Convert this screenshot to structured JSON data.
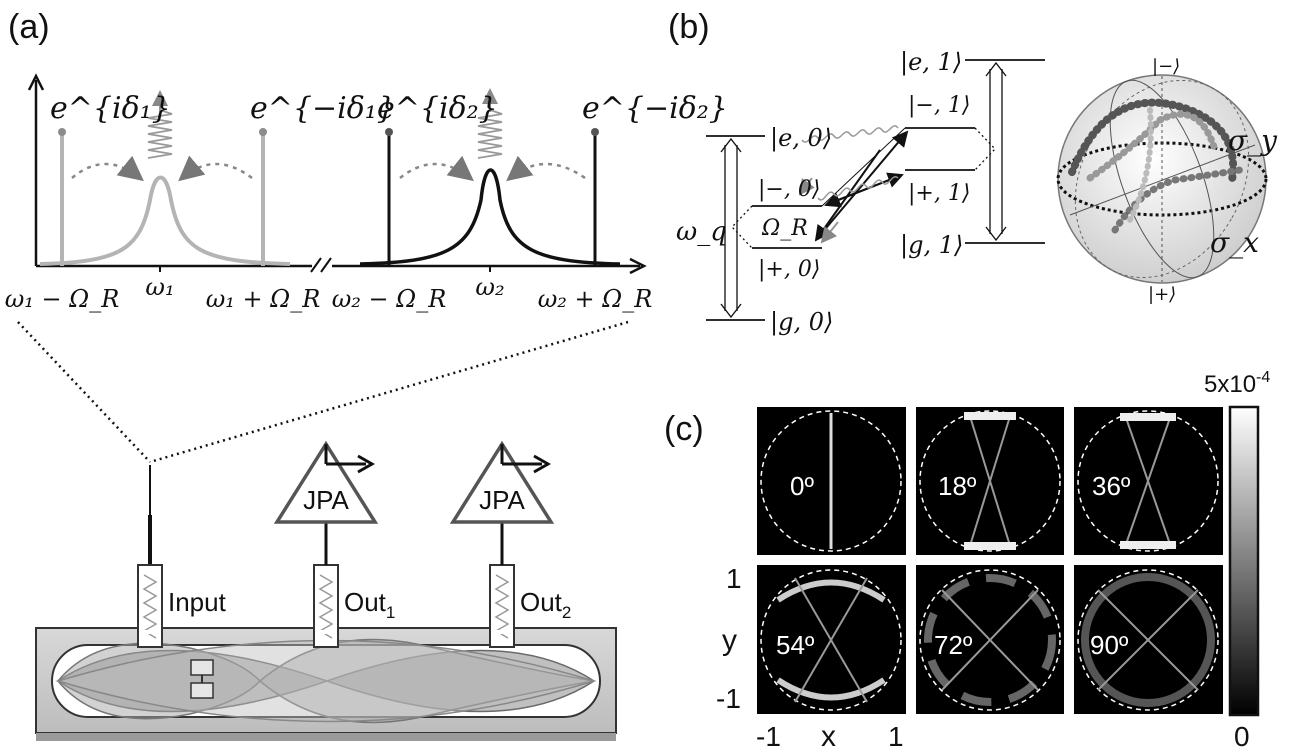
{
  "panel_labels": {
    "a": "(a)",
    "b": "(b)",
    "c": "(c)"
  },
  "spectrum": {
    "x_labels": [
      "ω₁ − Ω_R",
      "ω₁",
      "ω₁ + Ω_R",
      "ω₂ − Ω_R",
      "ω₂",
      "ω₂ + Ω_R"
    ],
    "phase_labels": [
      "e^{iδ₁}",
      "e^{−iδ₁}",
      "e^{iδ₂}",
      "e^{−iδ₂}"
    ]
  },
  "circuit": {
    "input_label": "Input",
    "out1_label": "Out",
    "out1_sub": "1",
    "out2_label": "Out",
    "out2_sub": "2",
    "amp_label": "JPA"
  },
  "levels": {
    "e0": "|e, 0⟩",
    "g0": "|g, 0⟩",
    "e1": "|e, 1⟩",
    "g1": "|g, 1⟩",
    "minus0": "|−, 0⟩",
    "plus0": "|+, 0⟩",
    "minus1": "|−, 1⟩",
    "plus1": "|+, 1⟩",
    "omega_q": "ω_q",
    "omega_R": "Ω_R"
  },
  "bloch": {
    "top": "|−⟩",
    "bottom": "|+⟩",
    "sigma_y": "σ_y",
    "sigma_x": "σ_x"
  },
  "maps": {
    "angles": [
      "0º",
      "18º",
      "36º",
      "54º",
      "72º",
      "90º"
    ],
    "y_top": "1",
    "y_label": "y",
    "y_bottom": "-1",
    "x_left": "-1",
    "x_label": "x",
    "x_right": "1",
    "colorbar_max": "5x10",
    "colorbar_exp": "-4",
    "colorbar_min": "0"
  }
}
